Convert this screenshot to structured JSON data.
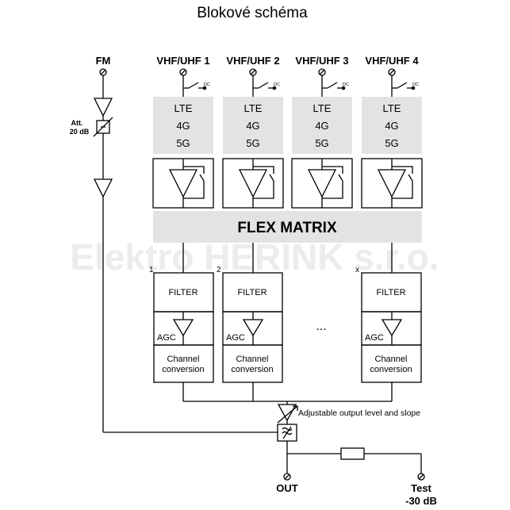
{
  "title": "Blokové schéma",
  "watermark": "Elektro HERINK s.r.o.",
  "fm_input": {
    "label": "FM",
    "attenuator_label_1": "Att.",
    "attenuator_label_2": "20 dB"
  },
  "inputs": [
    {
      "label": "VHF/UHF 1",
      "dc": "DC",
      "filter_lines": [
        "LTE",
        "4G",
        "5G"
      ]
    },
    {
      "label": "VHF/UHF 2",
      "dc": "DC",
      "filter_lines": [
        "LTE",
        "4G",
        "5G"
      ]
    },
    {
      "label": "VHF/UHF 3",
      "dc": "DC",
      "filter_lines": [
        "LTE",
        "4G",
        "5G"
      ]
    },
    {
      "label": "VHF/UHF 4",
      "dc": "DC",
      "filter_lines": [
        "LTE",
        "4G",
        "5G"
      ]
    }
  ],
  "matrix_label": "FLEX MATRIX",
  "channels": [
    {
      "index": "1",
      "filter": "FILTER",
      "agc": "AGC",
      "conv_1": "Channel",
      "conv_2": "conversion"
    },
    {
      "index": "2",
      "filter": "FILTER",
      "agc": "AGC",
      "conv_1": "Channel",
      "conv_2": "conversion"
    },
    {
      "index": "x",
      "filter": "FILTER",
      "agc": "AGC",
      "conv_1": "Channel",
      "conv_2": "conversion"
    }
  ],
  "ellipsis": "...",
  "output_stage_label": "Adjustable output level and slope",
  "output_label": "OUT",
  "test_label_1": "Test",
  "test_label_2": "-30 dB",
  "colors": {
    "box_fill": "#e3e3e3",
    "line": "#000000",
    "watermark": "#ececec"
  }
}
